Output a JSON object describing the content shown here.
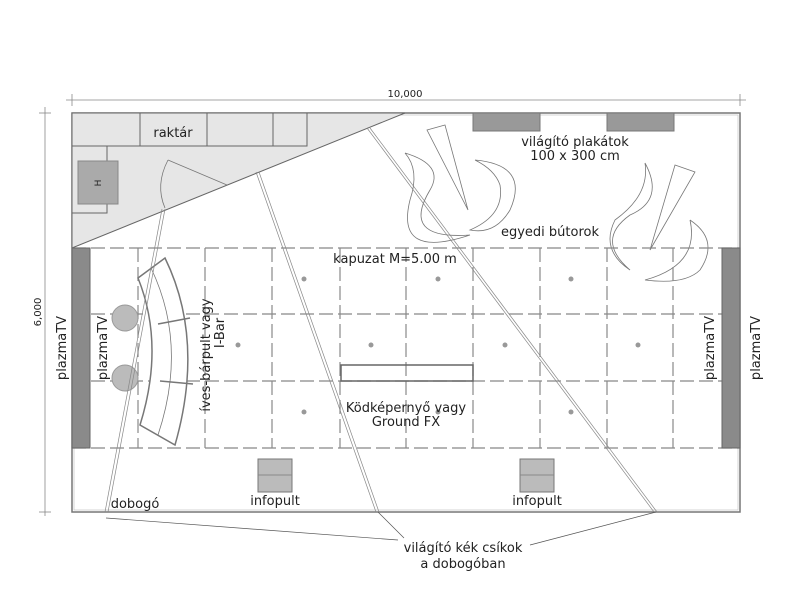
{
  "dimensions": {
    "width": "10,000",
    "height": "6,000"
  },
  "labels": {
    "storage": "raktár",
    "storage_unit": "H",
    "posters_line1": "világító plakátok",
    "posters_line2": "100 x 300 cm",
    "furniture": "egyedi bútorok",
    "gate": "kapuzat M=5.00 m",
    "plasma_tv": "plazmaTV",
    "bar_line1": "íves-bárpult vagy",
    "bar_line2": "I-Bar",
    "fog_line1": "Ködképernyő vagy",
    "fog_line2": "Ground FX",
    "stage": "dobogó",
    "info_desk": "infopult",
    "stripes_line1": "világító kék csíkok",
    "stripes_line2": "a dobogóban"
  },
  "colors": {
    "storage_fill": "#e6e6e6",
    "element_fill": "#999999",
    "tv_fill": "#8a8a8a"
  }
}
